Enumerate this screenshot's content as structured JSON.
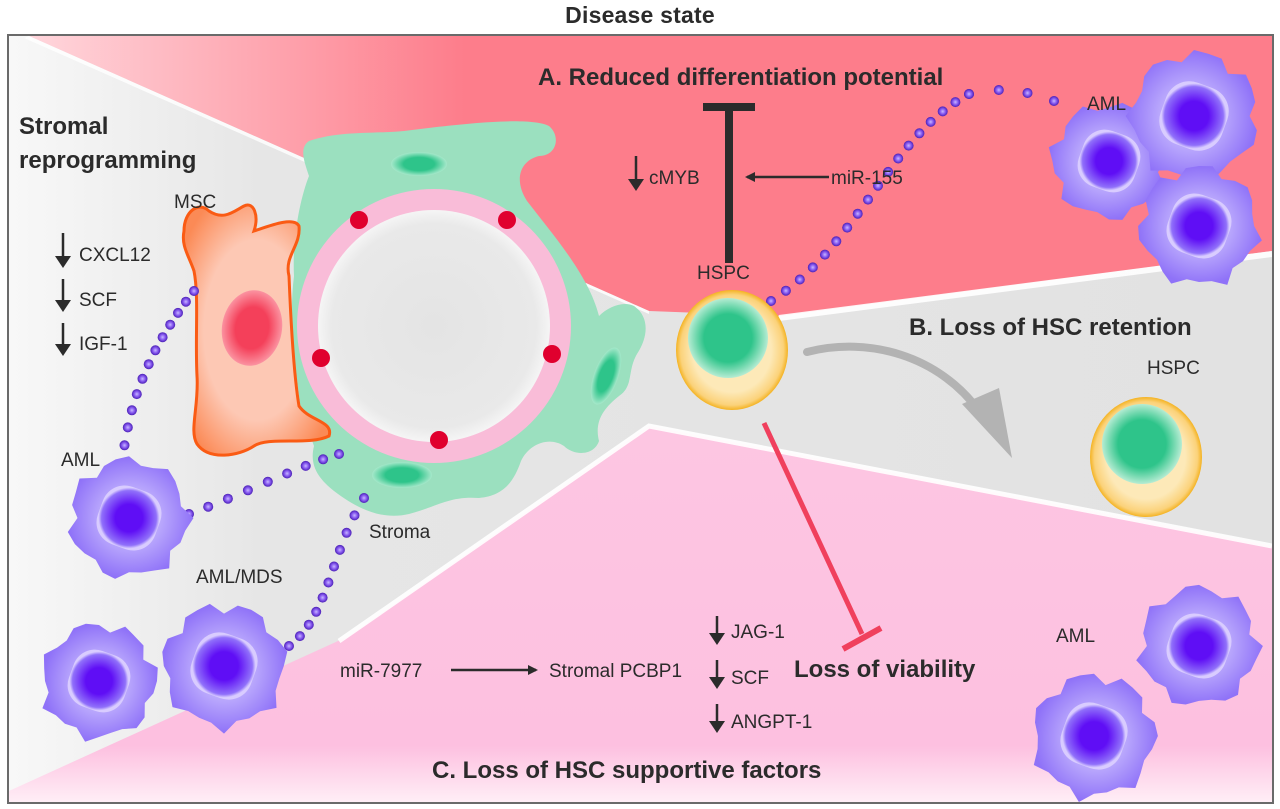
{
  "title": "Disease state",
  "colors": {
    "region_a": "#fd7d8b",
    "region_c": "#fdc0e0",
    "region_b": "#e5e5e5",
    "stroma": "#9be0bf",
    "stroma_nucleus": "#2ec48a",
    "vessel_wall": "#f9bcd8",
    "vessel_dot": "#e0002e",
    "msc_body": "#fdc2ad",
    "msc_outline": "#fa5b14",
    "msc_nucleus": "#f6405c",
    "hspc_body": "#fde7b1",
    "hspc_outline": "#f4b323",
    "hspc_nucleus": "#2ec48a",
    "aml_body": "#a48bfb",
    "aml_nucleus": "#6614f7",
    "chain_dot": "#7a4ae5",
    "inhibit_red": "#f0405d",
    "arrow_gray": "#b3b3b3",
    "text": "#2b2b2b"
  },
  "sections": {
    "stromal": {
      "heading_line1": "Stromal",
      "heading_line2": "reprogramming"
    },
    "a": {
      "heading": "A. Reduced differentiation potential"
    },
    "b": {
      "heading": "B. Loss of HSC retention"
    },
    "c": {
      "heading": "C. Loss of HSC supportive factors"
    }
  },
  "labels": {
    "msc": "MSC",
    "stroma": "Stroma",
    "hspc_main": "HSPC",
    "hspc_b": "HSPC",
    "aml_left": "AML",
    "aml_mds": "AML/MDS",
    "aml_top_right": "AML",
    "aml_bottom_right": "AML",
    "loss_of_viability": "Loss of viability"
  },
  "stromal_factors": [
    {
      "direction": "down",
      "name": "CXCL12"
    },
    {
      "direction": "down",
      "name": "SCF"
    },
    {
      "direction": "down",
      "name": "IGF-1"
    }
  ],
  "pathway_a": {
    "target": "cMYB",
    "target_direction": "down",
    "regulator": "miR-155"
  },
  "pathway_c": {
    "regulator": "miR-7977",
    "target": "Stromal PCBP1",
    "factors": [
      {
        "direction": "down",
        "name": "JAG-1"
      },
      {
        "direction": "down",
        "name": "SCF"
      },
      {
        "direction": "down",
        "name": "ANGPT-1"
      }
    ]
  }
}
